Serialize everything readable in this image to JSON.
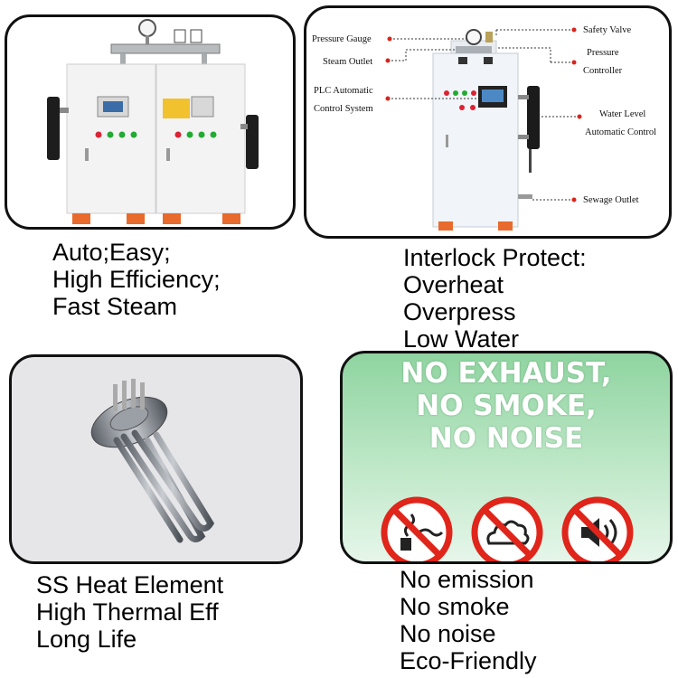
{
  "panels": {
    "boiler_front": {
      "caption": [
        "Auto;Easy;",
        "High Efficiency;",
        "Fast Steam"
      ]
    },
    "boiler_diagram": {
      "labels": {
        "pressure_gauge": "Pressure Gauge",
        "steam_outlet": "Steam Outlet",
        "plc_line1": "PLC Automatic",
        "plc_line2": "Control System",
        "safety_valve": "Safety Valve",
        "pressure_line1": "Pressure",
        "pressure_line2": "Controller",
        "water_line1": "Water Level",
        "water_line2": "Automatic Control",
        "sewage_outlet": "Sewage Outlet"
      },
      "caption": [
        "Interlock Protect:",
        "Overheat",
        "Overpress",
        "Low Water"
      ]
    },
    "heat_element": {
      "caption": [
        "SS Heat Element",
        "High Thermal Eff",
        "Long Life"
      ]
    },
    "eco": {
      "headline": [
        "NO EXHAUST,",
        "NO SMOKE,",
        "NO NOISE"
      ],
      "icons": [
        "no-exhaust-icon",
        "no-smoke-icon",
        "no-noise-icon"
      ],
      "caption": [
        "No emission",
        "No smoke",
        "No noise",
        "Eco-Friendly"
      ]
    }
  },
  "colors": {
    "ban_red": "#e0251b",
    "callout_dot": "#d9241c",
    "eco_green": "#8fd4a0"
  }
}
